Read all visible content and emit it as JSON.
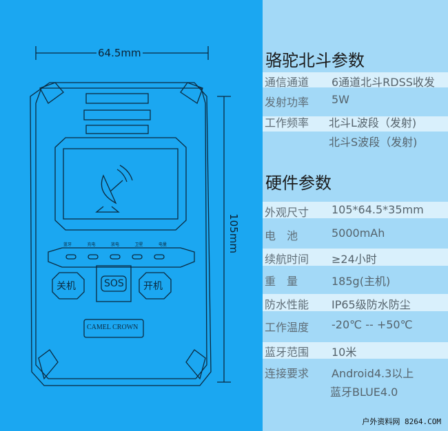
{
  "device": {
    "width_label": "64.5mm",
    "height_label": "105mm",
    "brand": "CAMEL CROWN",
    "indicators": [
      "蓝牙",
      "充电",
      "放电",
      "卫星",
      "电量"
    ],
    "buttons": {
      "off": "关机",
      "sos": "SOS",
      "on": "开机"
    }
  },
  "beidou": {
    "title": "骆驼北斗参数",
    "rows": [
      {
        "key": "通信通道",
        "value": "6通道北斗RDSS收发"
      },
      {
        "key": "发射功率",
        "value": "5W"
      },
      {
        "key": "工作频率",
        "value": "北斗L波段（发射)",
        "value2": "北斗S波段（发射)"
      }
    ]
  },
  "hardware": {
    "title": "硬件参数",
    "rows": [
      {
        "key": "外观尺寸",
        "value": "105*64.5*35mm"
      },
      {
        "key": "电　池",
        "value": "5000mAh"
      },
      {
        "key": "续航时间",
        "value": "≥24小时"
      },
      {
        "key": "重　量",
        "value": "185g(主机)"
      },
      {
        "key": "防水性能",
        "value": "IP65级防水防尘"
      },
      {
        "key": "工作温度",
        "value": "-20℃ -- +50℃"
      },
      {
        "key": "蓝牙范围",
        "value": "10米"
      },
      {
        "key": "连接要求",
        "value": "Android4.3以上",
        "value2": "蓝牙BLUE4.0"
      }
    ]
  },
  "watermark": "户外资料网 8264.COM",
  "colors": {
    "left_bg": "#1ba7f1",
    "right_bg": "#a3d9f7",
    "row_light": "#d9f0fc"
  }
}
